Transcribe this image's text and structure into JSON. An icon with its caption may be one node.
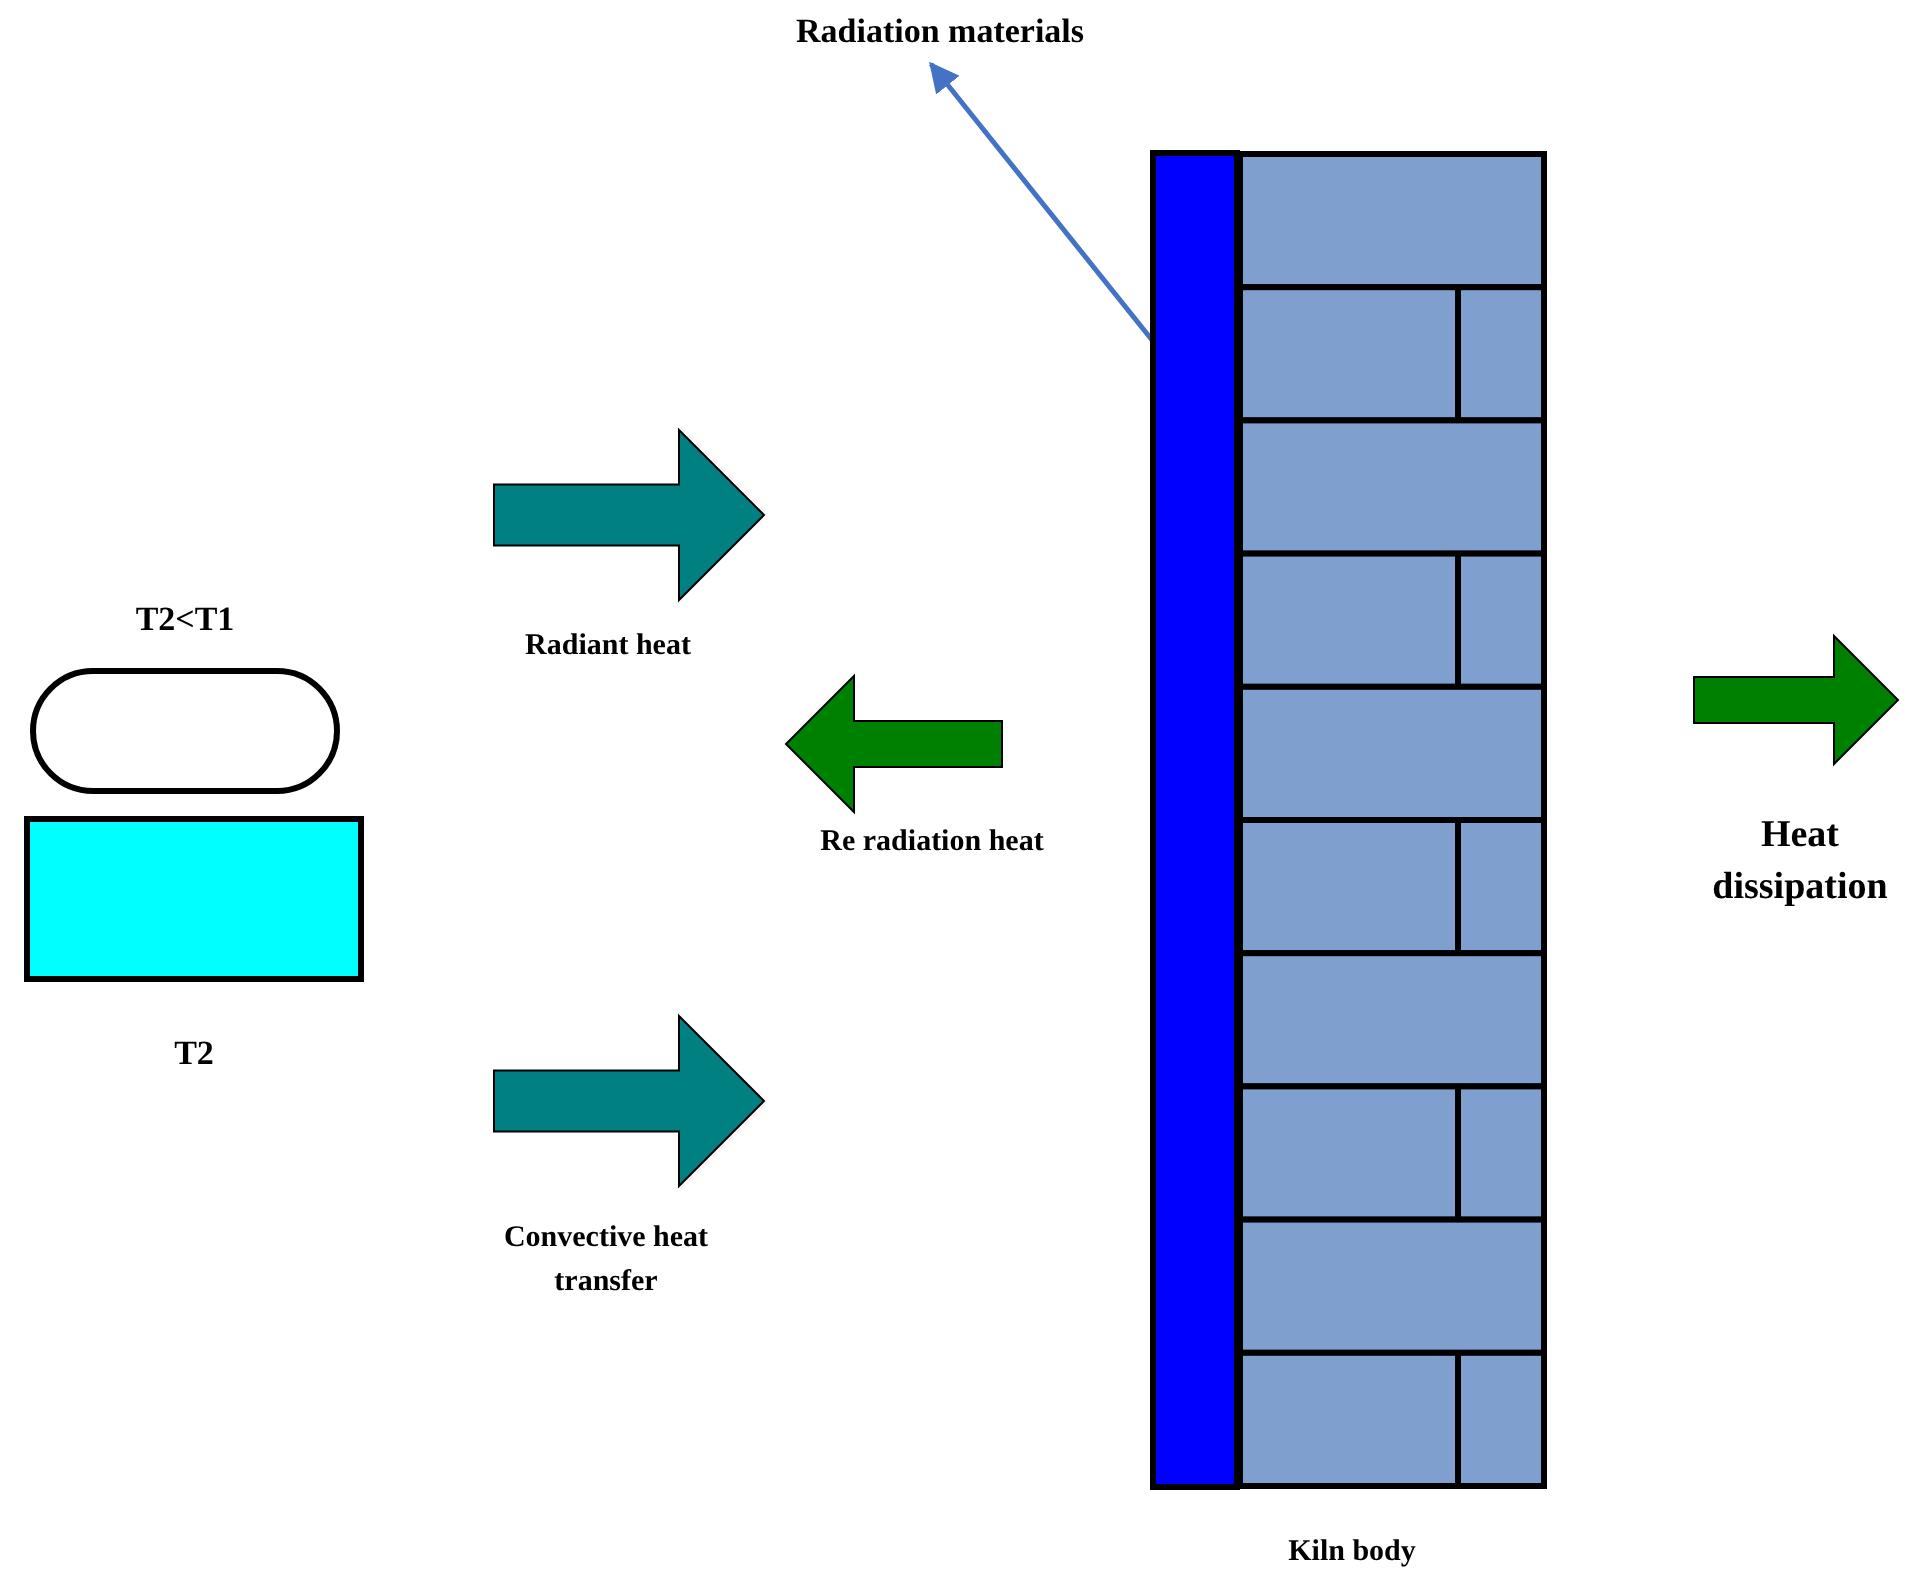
{
  "diagram": {
    "nodes": [
      {
        "text": [
          "Radiation materials"
        ]
      },
      {
        "text": [],
        "shape": "bar"
      },
      {
        "text": [
          "T2<T1"
        ]
      },
      {
        "text": [
          "T2"
        ]
      }
    ],
    "edges": [
      {
        "from": 1,
        "to": 0,
        "arrow": "to",
        "color": "#4472c4"
      }
    ],
    "labels": [
      "Radiant heat",
      "Re radiation heat",
      "Heat dissipation",
      "Convective heat transfer",
      "Kiln body"
    ]
  }
}
